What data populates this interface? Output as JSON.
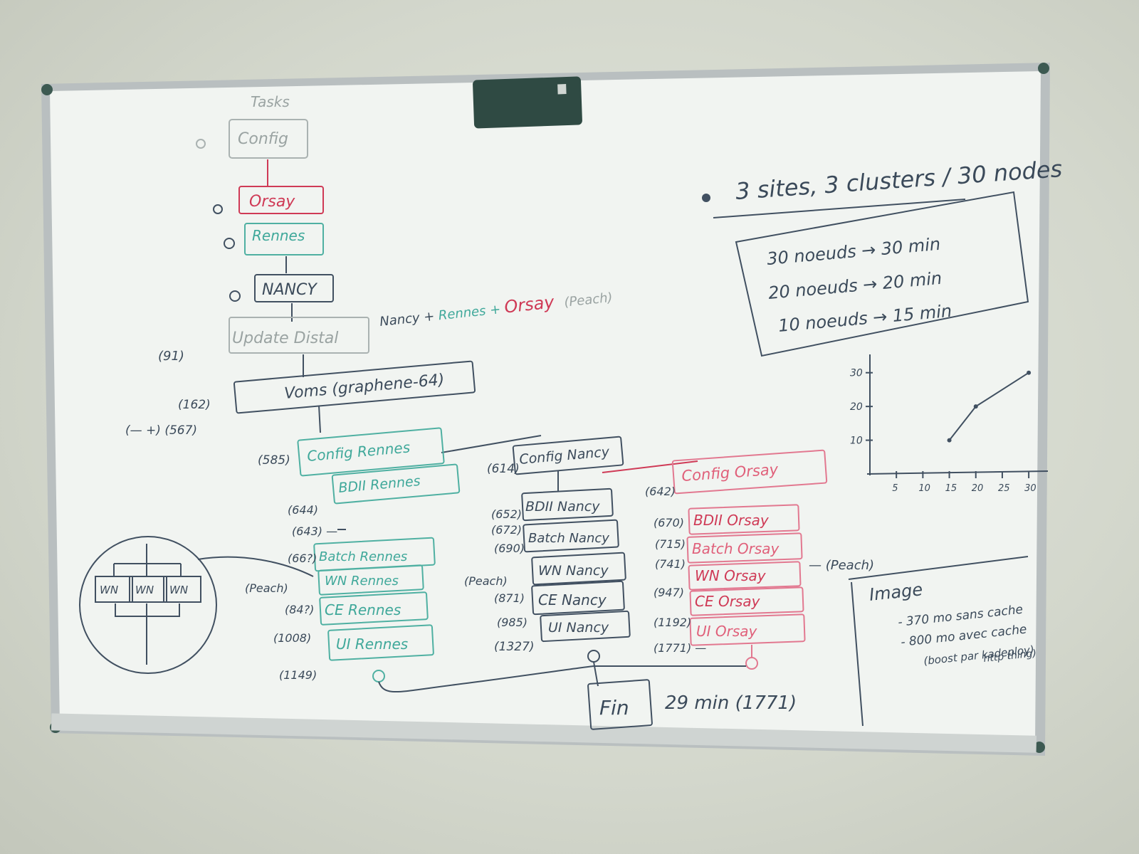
{
  "left_flow": {
    "top": "Tasks",
    "config": "Config",
    "orsay": "Orsay",
    "rennes": "Rennes",
    "nancy": "NANCY",
    "update": "Update Distal",
    "update_note": {
      "part1": "Nancy + ",
      "part2": "Rennes + ",
      "part3": "Orsay",
      "part4": "(Peach)"
    },
    "label_91": "(91)",
    "voms": "Voms (graphene-64)",
    "label_162": "(162)",
    "label_567": "(— +) (567)"
  },
  "rennes_col": {
    "config": "Config Rennes",
    "bdii": "BDII Rennes",
    "batch": "Batch Rennes",
    "wn": "WN Rennes",
    "ce": "CE Rennes",
    "ui": "UI Rennes",
    "nums": [
      "(585)",
      "(644)",
      "(643) —",
      "(66?)",
      "(Peach)",
      "(84?)",
      "(1008)",
      "(1149)"
    ]
  },
  "nancy_col": {
    "config": "Config Nancy",
    "bdii": "BDII Nancy",
    "batch": "Batch Nancy",
    "wn": "WN Nancy",
    "ce": "CE Nancy",
    "ui": "UI Nancy",
    "nums": [
      "(614)",
      "(652)",
      "(672)",
      "(690)",
      "(Peach)",
      "(871)",
      "(985)",
      "(1327)"
    ]
  },
  "orsay_col": {
    "config": "Config Orsay",
    "bdii": "BDII Orsay",
    "batch": "Batch Orsay",
    "wn": "WN Orsay",
    "ce": "CE Orsay",
    "ui": "UI Orsay",
    "side": "— (Peach)",
    "nums": [
      "(642)",
      "(670)",
      "(715)",
      "(741)",
      "(947)",
      "(1192)",
      "(1771) —"
    ]
  },
  "fin": {
    "box": "Fin",
    "time": "29 min (1771)"
  },
  "wn_circle": [
    "WN",
    "WN",
    "WN"
  ],
  "right_panel": {
    "headline": "3 sites, 3 clusters / 30 nodes",
    "lines": [
      "30 noeuds → 30 min",
      "20 noeuds → 20 min",
      "10 noeuds → 15 min"
    ]
  },
  "chart_data": {
    "type": "line",
    "title": "",
    "xlabel": "",
    "ylabel": "",
    "x_ticks": [
      "5",
      "10",
      "15",
      "20",
      "25",
      "30"
    ],
    "y_ticks": [
      "10",
      "20",
      "30"
    ],
    "xlim": [
      0,
      32
    ],
    "ylim": [
      0,
      35
    ],
    "series": [
      {
        "x": [
          15,
          20,
          30
        ],
        "y": [
          10,
          20,
          30
        ]
      }
    ]
  },
  "image_note": {
    "title": "Image",
    "lines": [
      "- 370 mo sans cache",
      "- 800 mo avec cache",
      "(boost par kadeploy)",
      "http thing)"
    ]
  },
  "colors": {
    "wall": "#d6dace",
    "board": "#f2f5f2",
    "frame": "#b9bfc0",
    "teal": "#3fa89a",
    "red": "#cf3a56",
    "dark": "#3b4a5a"
  }
}
